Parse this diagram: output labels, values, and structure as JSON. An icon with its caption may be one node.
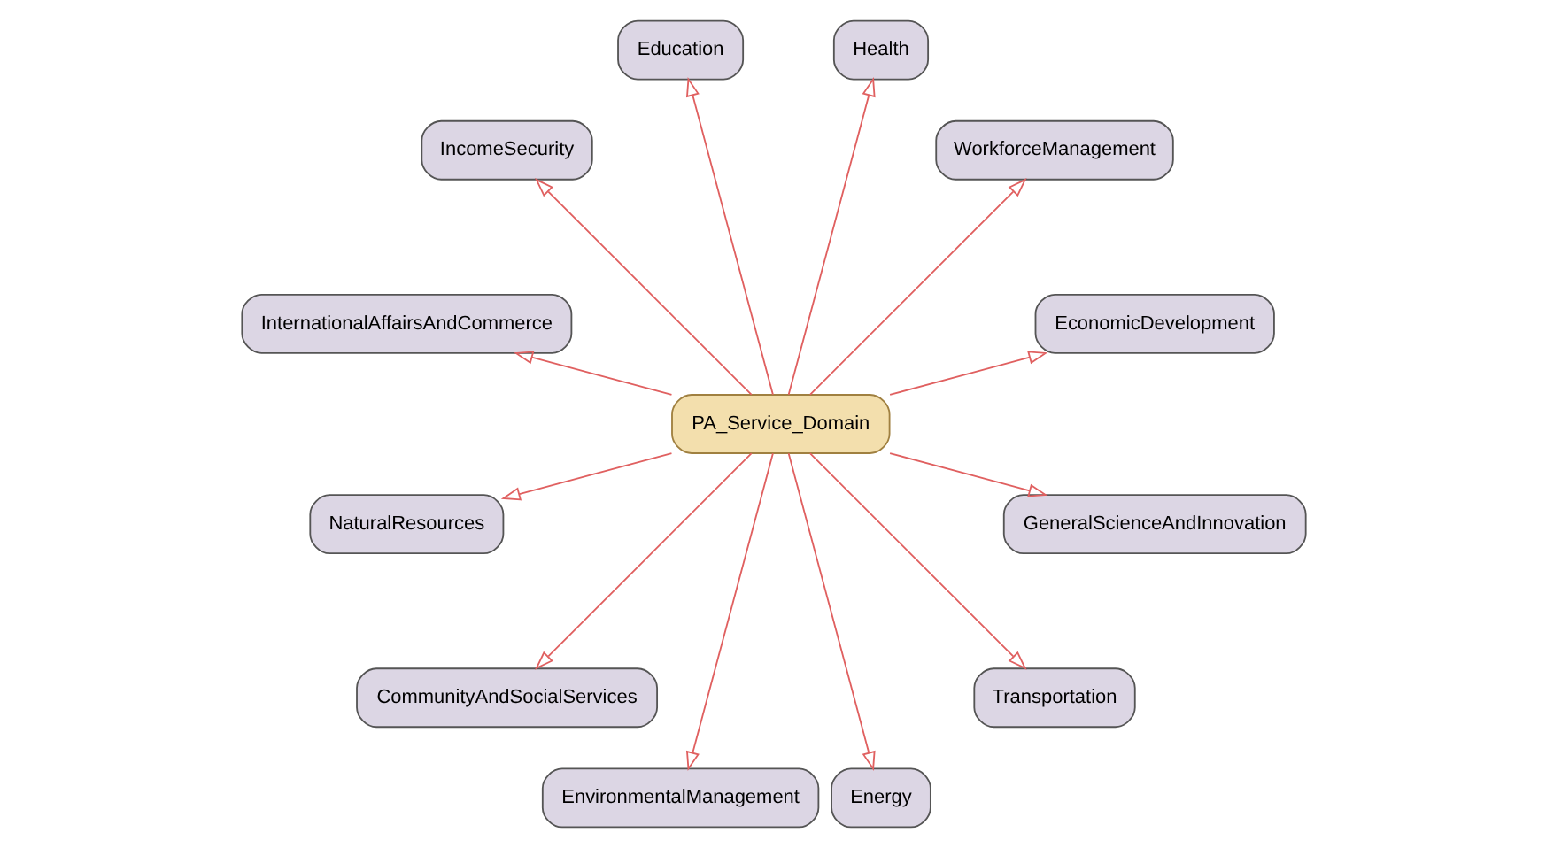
{
  "diagram": {
    "nodes": [
      {
        "text": [
          "EconomicDevelopment"
        ]
      },
      {
        "text": [
          "WorkforceManagement"
        ]
      },
      {
        "text": [
          "Health"
        ]
      },
      {
        "text": [
          "Education"
        ]
      },
      {
        "text": [
          "IncomeSecurity"
        ]
      },
      {
        "text": [
          "PA_Service_Domain"
        ]
      },
      {
        "text": [
          "InternationalAffairsAndCommerce"
        ]
      },
      {
        "text": [
          "NaturalResources"
        ]
      },
      {
        "text": [
          "CommunityAndSocialServices"
        ]
      },
      {
        "text": [
          "EnvironmentalManagement"
        ]
      },
      {
        "text": [
          "Energy"
        ]
      },
      {
        "text": [
          "Transportation"
        ]
      },
      {
        "text": [
          "GeneralScienceAndInnovation"
        ]
      }
    ],
    "edges": [
      {
        "from": 5,
        "to": 0,
        "arrow": "to"
      },
      {
        "from": 5,
        "to": 1,
        "arrow": "to"
      },
      {
        "from": 5,
        "to": 3,
        "arrow": "to"
      },
      {
        "from": 5,
        "to": 6,
        "arrow": "to"
      },
      {
        "from": 5,
        "to": 8,
        "arrow": "to"
      },
      {
        "from": 5,
        "to": 9,
        "arrow": "to"
      },
      {
        "from": 5,
        "to": 11,
        "arrow": "to"
      },
      {
        "from": 5,
        "to": 12,
        "arrow": "to"
      },
      {
        "from": 5,
        "to": 10,
        "arrow": "to"
      },
      {
        "from": 5,
        "to": 7,
        "arrow": "to"
      },
      {
        "from": 5,
        "to": 4,
        "arrow": "to"
      },
      {
        "from": 5,
        "to": 2,
        "arrow": "to"
      }
    ]
  }
}
